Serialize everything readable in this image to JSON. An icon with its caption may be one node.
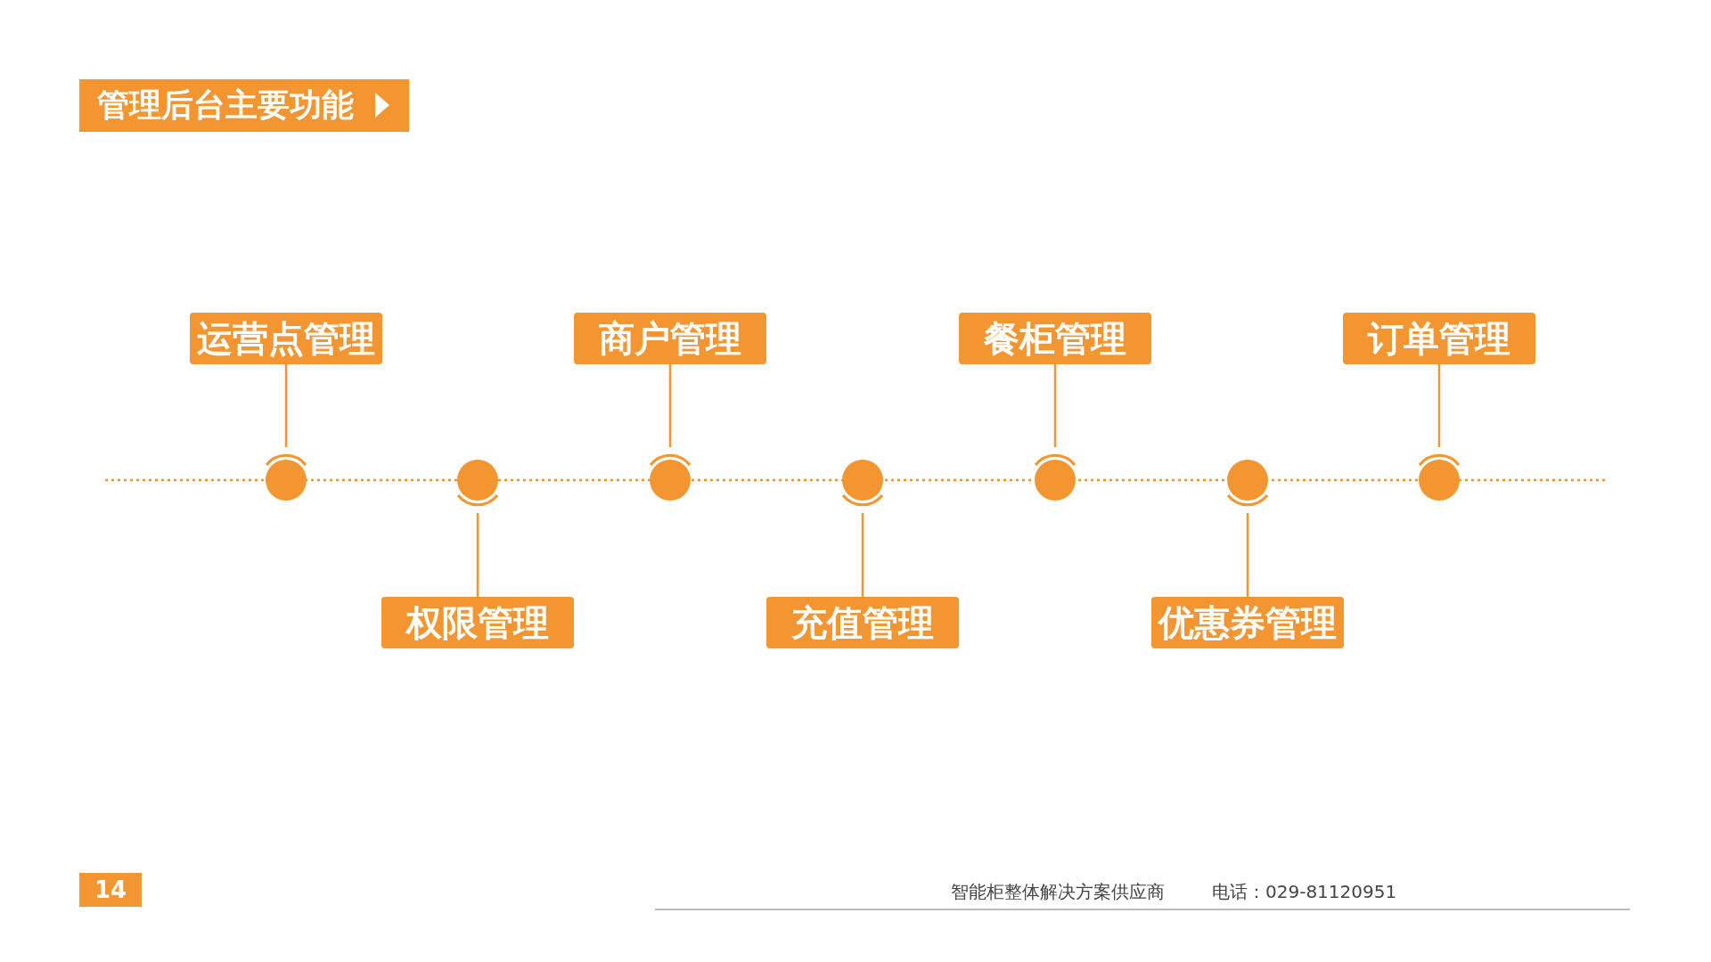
{
  "diagram": {
    "title": "管理后台主要功能",
    "nodes": [
      {
        "text": [
          "运营点管理"
        ]
      },
      {
        "text": [
          "权限管理"
        ]
      },
      {
        "text": [
          "商户管理"
        ]
      },
      {
        "text": [
          "充值管理"
        ]
      },
      {
        "text": [
          "餐柜管理"
        ]
      },
      {
        "text": [
          "优惠券管理"
        ]
      },
      {
        "text": [
          "订单管理"
        ]
      },
      {
        "text": [],
        "shape": "circle"
      },
      {
        "text": [],
        "shape": "circle"
      },
      {
        "text": [],
        "shape": "circle"
      },
      {
        "text": [],
        "shape": "circle"
      },
      {
        "text": [],
        "shape": "circle"
      },
      {
        "text": [],
        "shape": "circle"
      },
      {
        "text": [],
        "shape": "circle"
      }
    ],
    "edges": [
      {
        "from": 0,
        "to": 7,
        "arrow": "none"
      },
      {
        "from": 1,
        "to": 8,
        "arrow": "none"
      },
      {
        "from": 2,
        "to": 9,
        "arrow": "none"
      },
      {
        "from": 3,
        "to": 10,
        "arrow": "none"
      },
      {
        "from": 4,
        "to": 11,
        "arrow": "none"
      },
      {
        "from": 5,
        "to": 12,
        "arrow": "none"
      },
      {
        "from": 6,
        "to": 13,
        "arrow": "none"
      }
    ],
    "labels": [
      "14",
      "智能柜整体解决方案供应商",
      "电话：029-81120951"
    ]
  }
}
